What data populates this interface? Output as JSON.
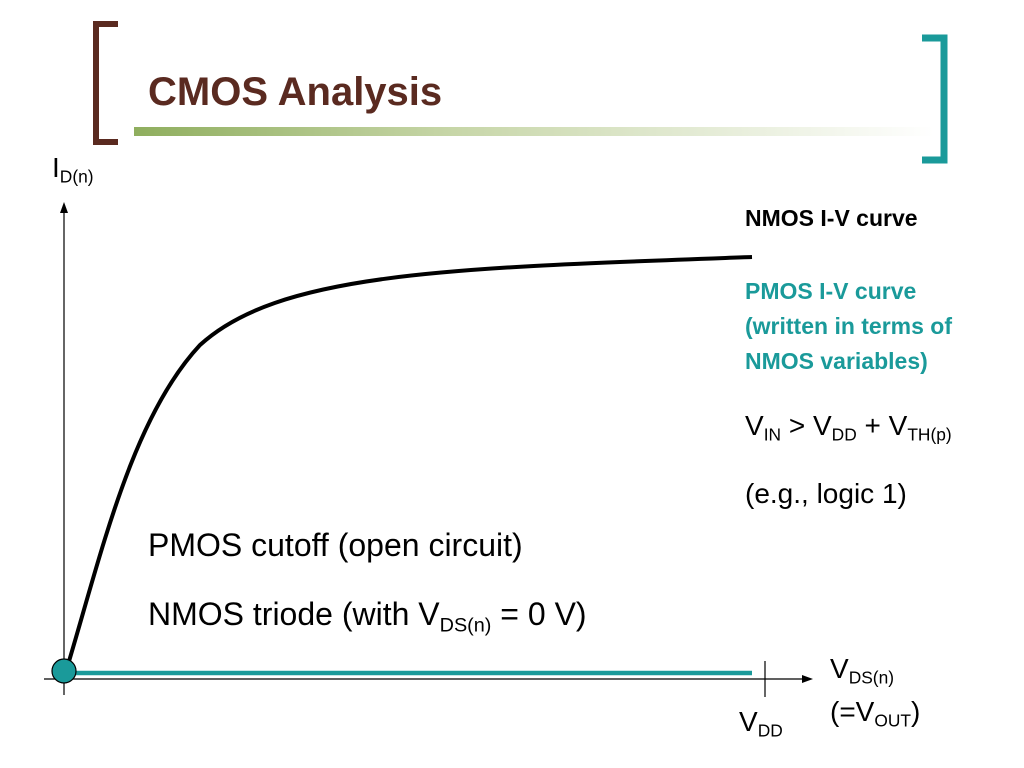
{
  "title": "CMOS Analysis",
  "colors": {
    "title": "#5a2a20",
    "bracket_left": "#5a2a20",
    "bracket_right": "#1a9a9a",
    "nmos_curve": "#000000",
    "pmos_curve": "#1a9a9a",
    "operating_point": "#1a9a9a"
  },
  "y_axis": {
    "label_main": "I",
    "label_sub": "D(n)"
  },
  "x_axis": {
    "label_main": "V",
    "label_sub": "DS(n)",
    "label_line2_open": "(=V",
    "label_line2_sub": "OUT",
    "label_line2_close": ")",
    "tick_main": "V",
    "tick_sub": "DD"
  },
  "legend": {
    "nmos": "NMOS I-V curve",
    "pmos_line1": "PMOS I-V curve",
    "pmos_line2": "(written in terms of",
    "pmos_line3": "NMOS variables)"
  },
  "condition": {
    "v1": "V",
    "v1_sub": "IN",
    "gt": " > V",
    "v2_sub": "DD",
    "plus": " + V",
    "v3_sub": "TH(p)",
    "example": "(e.g., logic 1)"
  },
  "regions": {
    "pmos": "PMOS cutoff (open circuit)",
    "nmos_prefix": "NMOS triode (with V",
    "nmos_sub": "DS(n)",
    "nmos_suffix": " = 0 V)"
  }
}
